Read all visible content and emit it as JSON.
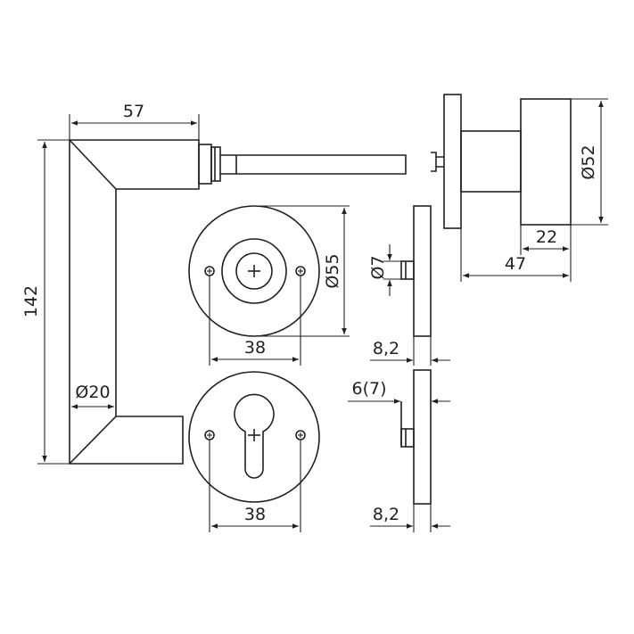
{
  "colors": {
    "stroke": "#231f20",
    "background": "#ffffff"
  },
  "dimensions": {
    "handle_width": "57",
    "handle_height": "142",
    "handle_diameter": "Ø20",
    "rose_diameter": "Ø55",
    "rose_hole_spacing": "38",
    "spindle_diameter": "Ø7",
    "rose_thickness": "8,2",
    "key_rose_hole_spacing": "38",
    "key_rose_offset": "6(7)",
    "key_rose_thickness": "8,2",
    "knob_diameter": "Ø52",
    "knob_length": "22",
    "knob_total_length": "47"
  }
}
